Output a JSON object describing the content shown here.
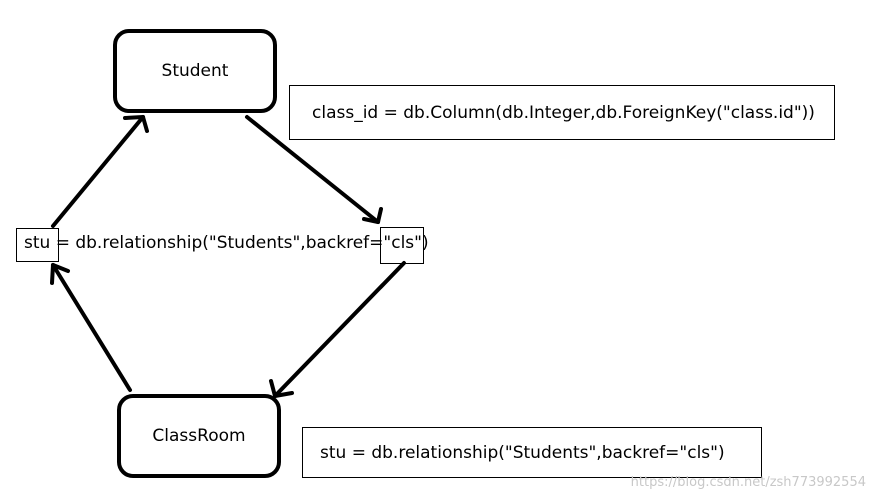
{
  "nodes": {
    "student": "Student",
    "classroom": "ClassRoom"
  },
  "annotations": {
    "class_id": "class_id = db.Column(db.Integer,db.ForeignKey(\"class.id\"))",
    "relationship_middle": "stu = db.relationship(\"Students\",backref=\"cls\")",
    "relationship_bottom": "stu = db.relationship(\"Students\",backref=\"cls\")"
  },
  "watermark": "https://blog.csdn.net/zsh773992554"
}
